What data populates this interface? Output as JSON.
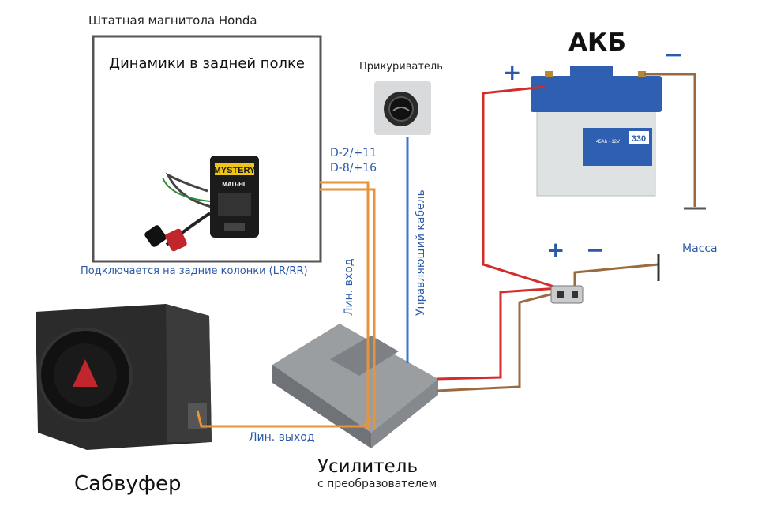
{
  "labels": {
    "head_unit_title": "Штатная магнитола Honda",
    "rear_shelf_speakers": "Динамики в задней полке",
    "cigarette_lighter": "Прикуриватель",
    "battery_title": "АКБ",
    "plus": "+",
    "minus": "−",
    "pins": "D-2/+11\nD-8/+16",
    "control_cable": "Управляющий кабель",
    "ground": "Масса",
    "rear_channels_note": "Подключается на задние колонки (LR/RR)",
    "line_in": "Лин. вход",
    "line_out": "Лин. выход",
    "amplifier": "Усилитель",
    "amplifier_sub": "с преобразователем",
    "subwoofer": "Сабвуфер"
  },
  "adapter": {
    "brand": "MYSTERY",
    "model": "MAD-HL"
  },
  "battery": {
    "spec": "45Ah · 12V",
    "cca": "330"
  },
  "colors": {
    "positive_wire": "#d42b2b",
    "negative_wire": "#9b6a3e",
    "signal_wire": "#e8943a",
    "control_wire": "#3a78c9",
    "caption_blue": "#2b5aa8"
  }
}
